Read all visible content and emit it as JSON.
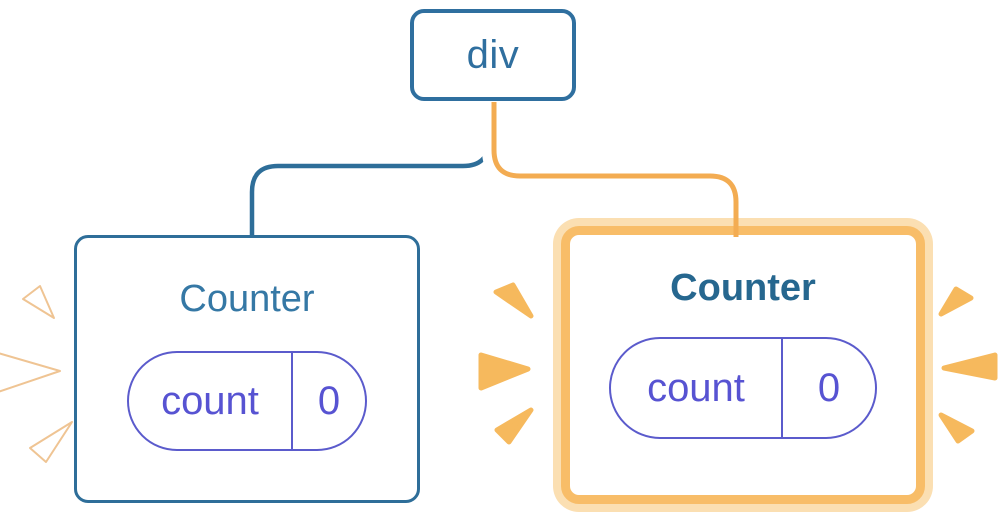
{
  "diagram": {
    "description": "React render-tree diagram: a div root node connected to two Counter component cards; the right Counter is freshly mounted (highlighted with orange border and sparks)",
    "root_node": {
      "label": "div"
    },
    "left_counter": {
      "title": "Counter",
      "state": {
        "key": "count",
        "value": "0"
      },
      "highlighted": false
    },
    "right_counter": {
      "title": "Counter",
      "state": {
        "key": "count",
        "value": "0"
      },
      "highlighted": true
    }
  },
  "colors": {
    "node_border_blue": "#2F6F9F",
    "node_text_blue": "#2F6F9F",
    "card_border_blue": "#2E6E99",
    "title_blue": "#3578A5",
    "title_blue_bold": "#26678F",
    "pill_indigo": "#5B5BCC",
    "pill_text_indigo": "#5753D2",
    "edge_blue": "#2E6E99",
    "edge_orange": "#F3AC52",
    "highlight_border_orange": "#F8BD68",
    "highlight_glow_pale": "#FBDFB2",
    "spark_orange": "#F6B95D",
    "spark_white": "#FFFFFF",
    "background": "#FFFFFF"
  }
}
